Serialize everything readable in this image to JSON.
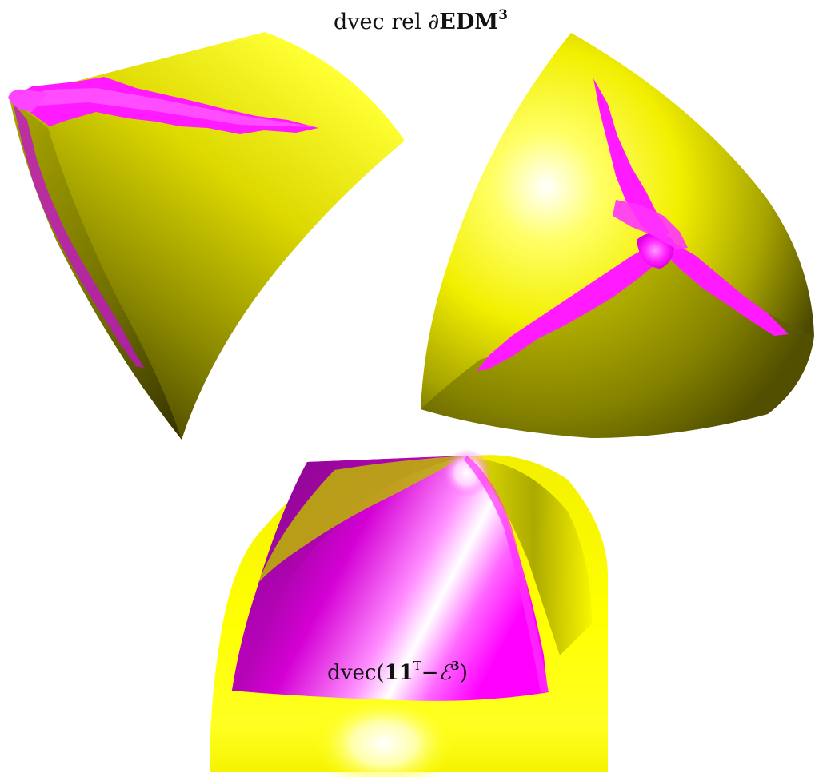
{
  "figure": {
    "title": {
      "prefix": "dvec rel ∂",
      "main": "EDM",
      "exp": "3"
    },
    "inner_label": {
      "prefix": "dvec(",
      "bold": "11",
      "sup": "T",
      "minus": "−",
      "script": "ℰ",
      "exp": "3",
      "suffix": ")"
    },
    "colors": {
      "boundary_surface": "#ffff00",
      "boundary_shadow": "#4e4c00",
      "inner_surface": "#ff00ff",
      "inner_shadow": "#8a0b90",
      "highlight": "#ffffff",
      "background": "#ffffff"
    },
    "panels": [
      "top-left view",
      "top-right view",
      "bottom view"
    ]
  }
}
